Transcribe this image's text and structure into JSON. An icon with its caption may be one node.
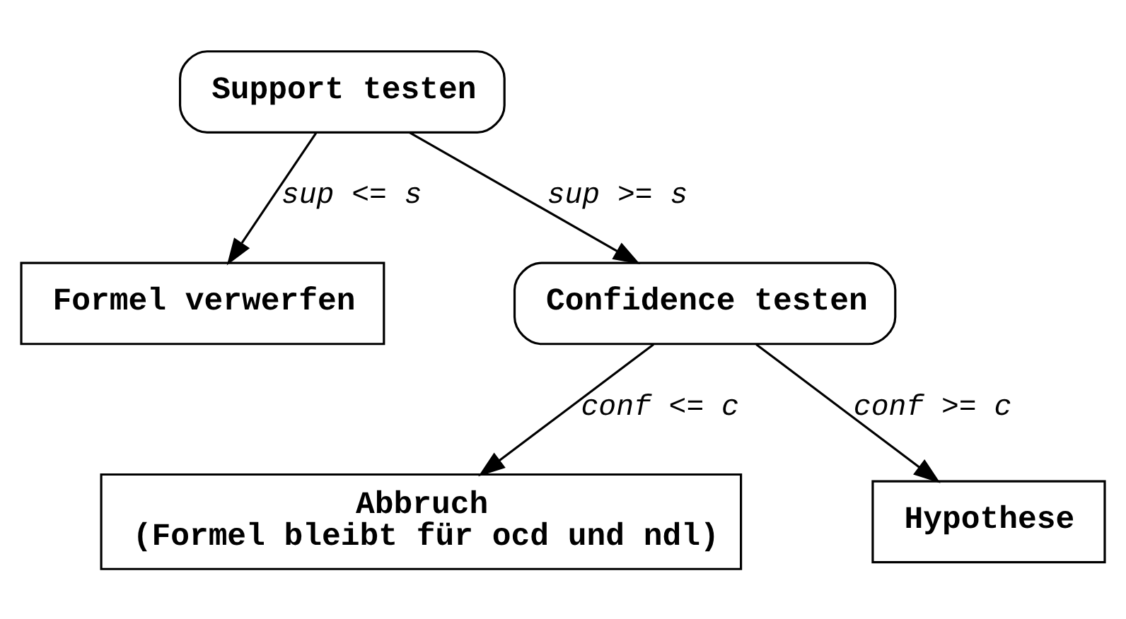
{
  "diagram": {
    "nodes": [
      {
        "text": [
          "Support testen"
        ]
      },
      {
        "text": [
          "Formel verwerfen"
        ]
      },
      {
        "text": [
          "Confidence testen"
        ]
      },
      {
        "text": [
          "Abbruch",
          "(Formel bleibt für ocd und ndl)"
        ]
      },
      {
        "text": [
          "Hypothese"
        ]
      }
    ],
    "edges": [
      {
        "from": 0,
        "to": 1,
        "arrow": "to",
        "label": "sup <= s"
      },
      {
        "from": 0,
        "to": 2,
        "arrow": "to",
        "label": "sup >= s"
      },
      {
        "from": 2,
        "to": 3,
        "arrow": "to",
        "label": "conf <= c"
      },
      {
        "from": 2,
        "to": 4,
        "arrow": "to",
        "label": "conf >= c"
      }
    ]
  }
}
